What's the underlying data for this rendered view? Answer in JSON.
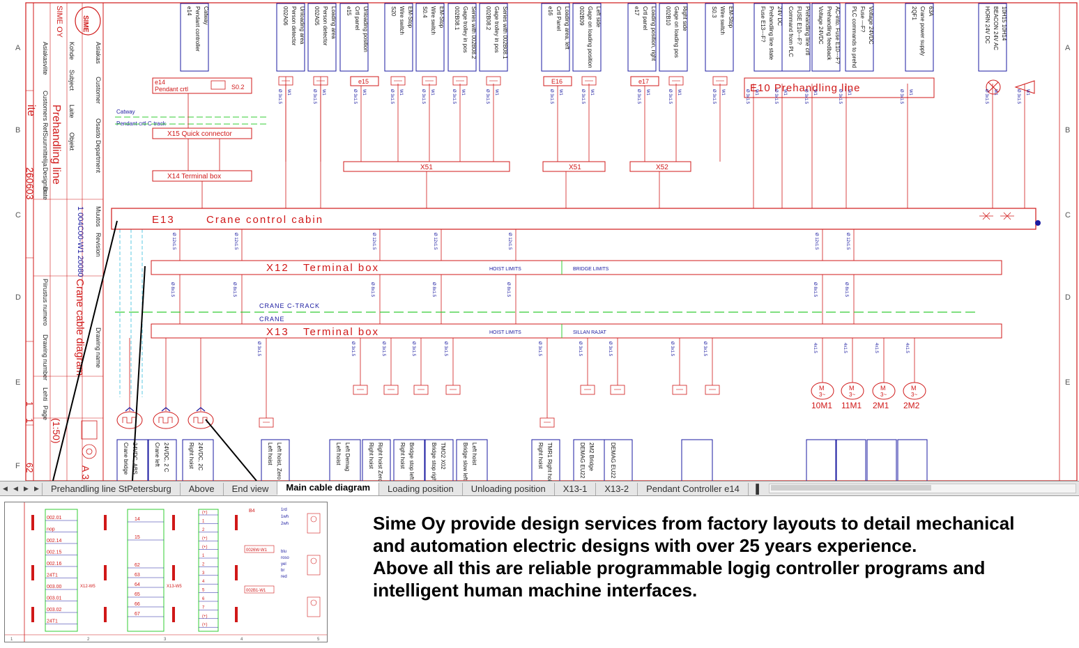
{
  "title_block": {
    "company": "SIME OY",
    "project": "Prehandling line",
    "site": "ite",
    "date": "260603",
    "drawing_title": "Crane cable diagram",
    "drawing_number": "1 004C00-W1 20080",
    "scale": "(1:50)",
    "sheet_letter": "A 3",
    "sheet_no": "62",
    "page": "1",
    "page2": "1",
    "fields": [
      "Asiakas",
      "Customer",
      "Osasto Department",
      "Kohde",
      "Subject",
      "Laite",
      "Objekt",
      "Asiakasviite",
      "Customers Ref",
      "Suunnittelija",
      "Designer",
      "Date",
      "Piirustus numero",
      "Drawing number",
      "Muutos",
      "Revision",
      "Drawing name",
      "Lehti",
      "Page"
    ]
  },
  "row_letters": [
    "A",
    "B",
    "C",
    "D",
    "E",
    "F"
  ],
  "top_devices": [
    {
      "a": "e14",
      "b": "Pendant controller",
      "c": "Catway"
    },
    {
      "a": "002A06",
      "b": "Person detector",
      "c": "Unloading area"
    },
    {
      "a": "002A05",
      "b": "Person detector",
      "c": "Loading area"
    },
    {
      "a": "e15",
      "b": "Crtl panel",
      "c": "Unloading position"
    },
    {
      "a": "S20",
      "b": "Wire switch",
      "c": "EM-Stop"
    },
    {
      "a": "S0.4",
      "b": "Wire switch",
      "c": "EM-Stop"
    },
    {
      "a": "002B08.1",
      "b": "Gage trolley in pos",
      "c": "Series with 002B08.2"
    },
    {
      "a": "002B08.2",
      "b": "Gage trolley in pos",
      "c": "Series with 002B08.1"
    },
    {
      "a": "e16",
      "b": "Crtl Panel",
      "c": "Loading area, left"
    },
    {
      "a": "002B09",
      "b": "Gage on loading position",
      "c": "Left side"
    },
    {
      "a": "e17",
      "b": "Crtl panel",
      "c": "Loading position, right"
    },
    {
      "a": "002B10",
      "b": "Gage on loading pos",
      "c": "Right side"
    },
    {
      "a": "S0.3",
      "b": "Wire switch",
      "c": "EM-Stop"
    },
    {
      "a": "Fuse E13---F?",
      "b": "Prehandling line state",
      "c": "24V DC"
    },
    {
      "a": "Command from PLC",
      "b": "FUSE E10---F?",
      "c": "Prehandling line crtl"
    },
    {
      "a": "Voltage 24VDC",
      "b": "Prehandling feedback",
      "c": "AC-into. Fuse E10---F?"
    },
    {
      "a": "PLC commands to prehd",
      "b": "Fuse ---F?",
      "c": "Voltage 24VDC"
    },
    {
      "a": "2QF1",
      "b": "Crane power supply",
      "c": "63A"
    },
    {
      "a": "HORN 24V DC",
      "b": "BEACON 24V AC",
      "c": "10H15 10H14"
    }
  ],
  "main_labels": {
    "e14_box": "e14",
    "e14_desc": "Pendant crtl",
    "s02": "S0.2",
    "catway": "Catway",
    "pendant_track": "Pendant crtl C-track",
    "x15": "X15  Quick connector",
    "x14": "X14  Terminal box",
    "e13_id": "E13",
    "e13_name": "Crane control cabin",
    "x12_id": "X12",
    "x12_name": "Terminal box",
    "x13_id": "X13",
    "x13_name": "Terminal box",
    "x51": "X51",
    "x51b": "X51",
    "x52": "X52",
    "e10": "E10  Prehandling line",
    "e15_box": "e15",
    "e16_box": "E16",
    "e17_box": "e17",
    "hoist_limits": "HOIST LIMITS",
    "bridge_limits": "BRIDGE LIMITS",
    "hoist_limits2": "HOIST LIMITS",
    "sillan_rajat": "SILLAN RAJAT",
    "crane_ctrack": "CRANE  C-TRACK",
    "crane": "CRANE"
  },
  "motors": [
    "10M1",
    "11M1",
    "2M1",
    "2M2"
  ],
  "bottom_devices": [
    "Crane bridge",
    "24VDC, ABS",
    "Crane left",
    "24VDC, 2 C",
    "Right hoist",
    "24VDC, 2C",
    "Left hoist",
    "Left hoist, Zero",
    "Left hoist",
    "Left Demag",
    "Right hoist",
    "Right hoist Zero",
    "Right hoist",
    "Bridge stop left",
    "Bridge stop right",
    "TMO2 X02",
    "Bridge slow left",
    "Left hoist",
    "Right hoist",
    "TMR1 Right hoi",
    "DEMAG EU22",
    "2M2 Bridge",
    "DEMAG EU22"
  ],
  "tabs": {
    "items": [
      "Prehandling line StPetersburg",
      "Above",
      "End view",
      "Main cable diagram",
      "Loading position",
      "Unloading position",
      "X13-1",
      "X13-2",
      "Pendant Controller e14"
    ],
    "active": "Main cable diagram",
    "more": "▐"
  },
  "inset": {
    "rows": [
      "002.01",
      "nop",
      "002.14",
      "002.15",
      "002.16",
      "24T1",
      "003.00",
      "003.01",
      "003.02",
      "24T1"
    ],
    "col2": [
      "14",
      "15",
      "62",
      "63",
      "64",
      "65",
      "66",
      "67"
    ],
    "col3": [
      "(+)",
      "1",
      "2",
      "(+)",
      "(+)",
      "1",
      "2",
      "3",
      "4",
      "5",
      "6",
      "7",
      "(+)",
      "(+)"
    ],
    "labels": [
      "X12-W5",
      "X13-W5",
      "0026W-W1",
      "002B1-W1"
    ],
    "wires": [
      "1rd",
      "1wh",
      "2wh",
      "blu",
      "roso",
      "yel",
      "br",
      "red"
    ]
  },
  "blurb": {
    "line1": "Sime Oy provide design services from factory layouts to detail mechanical and automation electric designs with over 25 years experience.",
    "line2": "Above all this are reliable programmable logig controller programs and intelligent human machine interfaces."
  },
  "colors": {
    "drawing": "#d01818",
    "conductor": "#1a1aa0",
    "track": "#33cc33",
    "leader": "#000000"
  }
}
